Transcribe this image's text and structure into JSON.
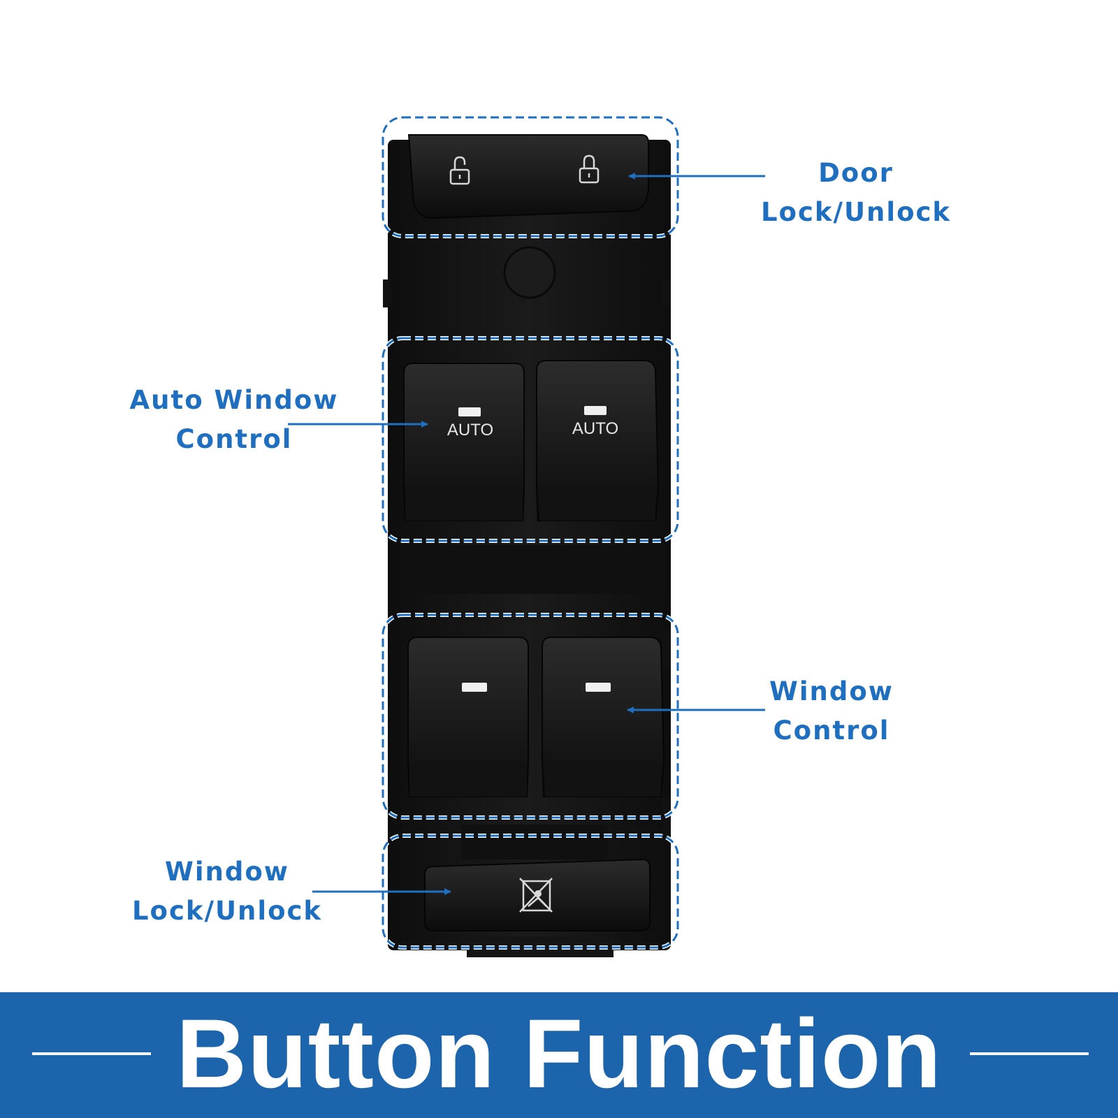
{
  "callouts": {
    "door_lock": {
      "line1": "Door",
      "line2": "Lock/Unlock"
    },
    "auto_window": {
      "line1": "Auto Window",
      "line2": "Control"
    },
    "window_control": {
      "line1": "Window",
      "line2": "Control"
    },
    "window_lock": {
      "line1": "Window",
      "line2": "Lock/Unlock"
    }
  },
  "switch": {
    "auto_left_label": "AUTO",
    "auto_right_label": "AUTO",
    "icons": [
      "unlock-icon",
      "lock-icon",
      "window-lock-icon"
    ]
  },
  "banner": {
    "title": "Button Function"
  },
  "colors": {
    "accent_blue": "#1f6fc1",
    "banner_blue": "#1c64ac",
    "switch_body": "#141414"
  }
}
